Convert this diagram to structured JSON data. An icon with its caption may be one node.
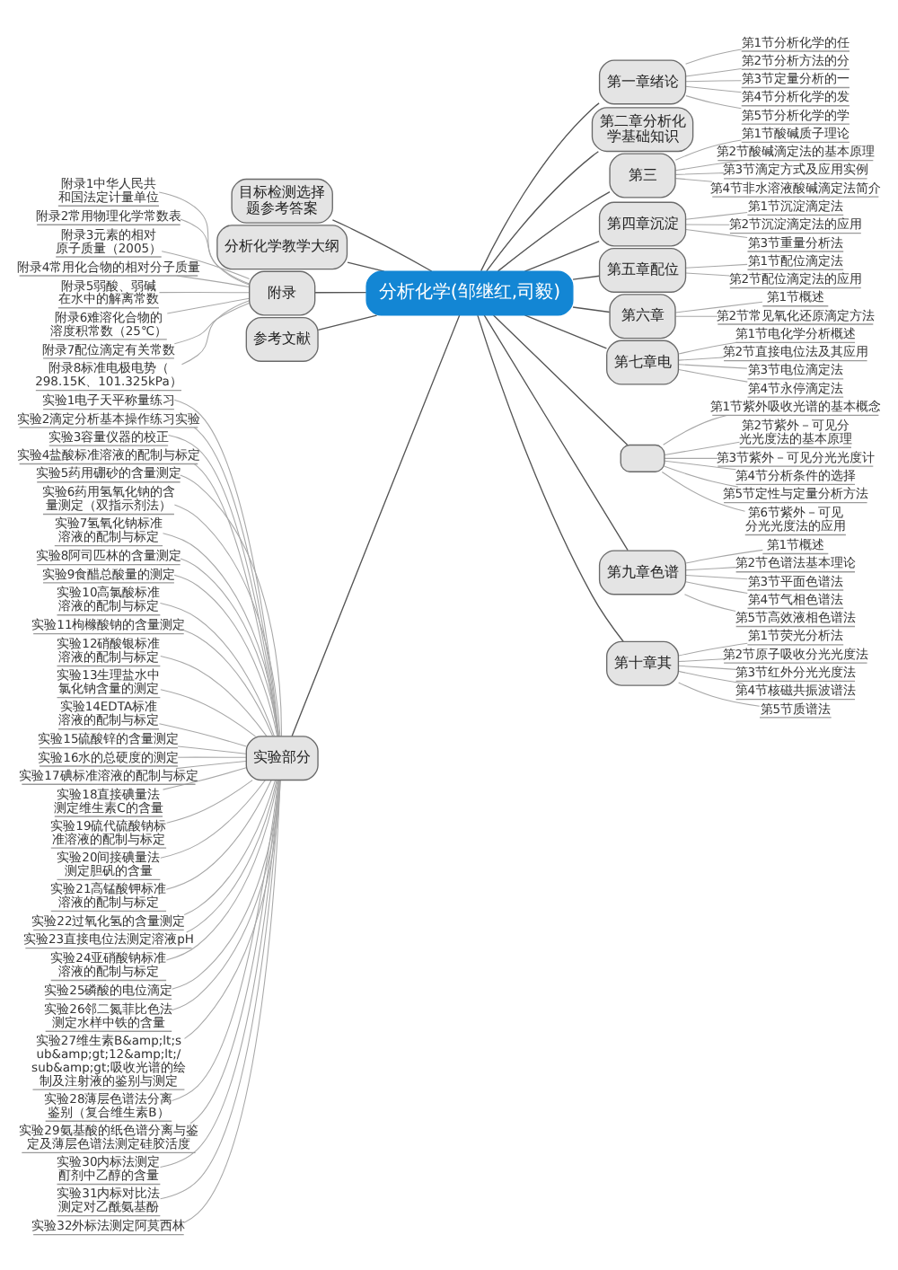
{
  "diagram": {
    "nodes": [
      {
        "text": [
          "分析化学(邹继红,司毅)"
        ]
      },
      {
        "text": [
          "第一章绪论"
        ]
      },
      {
        "text": [
          "第1节分析化学的任"
        ]
      },
      {
        "text": [
          "第2节分析方法的分"
        ]
      },
      {
        "text": [
          "第3节定量分析的一"
        ]
      },
      {
        "text": [
          "第4节分析化学的发"
        ]
      },
      {
        "text": [
          "第5节分析化学的学"
        ]
      },
      {
        "text": [
          "第二章分析化学基础知识"
        ]
      },
      {
        "text": [
          "第三"
        ]
      },
      {
        "text": [
          "第1节酸碱质子理论"
        ]
      },
      {
        "text": [
          "第2节酸碱滴定法的基本原理"
        ]
      },
      {
        "text": [
          "第3节滴定方式及应用实例"
        ]
      },
      {
        "text": [
          "第4节非水溶液酸碱滴定法简介"
        ]
      },
      {
        "text": [
          "第四章沉淀"
        ]
      },
      {
        "text": [
          "第1节沉淀滴定法"
        ]
      },
      {
        "text": [
          "第2节沉淀滴定法的应用"
        ]
      },
      {
        "text": [
          "第3节重量分析法"
        ]
      },
      {
        "text": [
          "第五章配位"
        ]
      },
      {
        "text": [
          "第1节配位滴定法"
        ]
      },
      {
        "text": [
          "第2节配位滴定法的应用"
        ]
      },
      {
        "text": [
          "第六章"
        ]
      },
      {
        "text": [
          "第1节概述"
        ]
      },
      {
        "text": [
          "第2节常见氧化还原滴定方法"
        ]
      },
      {
        "text": [
          "第七章电"
        ]
      },
      {
        "text": [
          "第1节电化学分析概述"
        ]
      },
      {
        "text": [
          "第2节直接电位法及其应用"
        ]
      },
      {
        "text": [
          "第3节电位滴定法"
        ]
      },
      {
        "text": [
          "第4节永停滴定法"
        ]
      },
      {
        "text": [],
        "shape": "box"
      },
      {
        "text": [
          "第1节紫外吸收光谱的基本概念"
        ]
      },
      {
        "text": [
          "第2节紫外－可见分光光度法的基本原理"
        ]
      },
      {
        "text": [
          "第3节紫外－可见分光光度计"
        ]
      },
      {
        "text": [
          "第4节分析条件的选择"
        ]
      },
      {
        "text": [
          "第5节定性与定量分析方法"
        ]
      },
      {
        "text": [
          "第6节紫外－可见分光光度法的应用"
        ]
      },
      {
        "text": [
          "第九章色谱"
        ]
      },
      {
        "text": [
          "第1节概述"
        ]
      },
      {
        "text": [
          "第2节色谱法基本理论"
        ]
      },
      {
        "text": [
          "第3节平面色谱法"
        ]
      },
      {
        "text": [
          "第4节气相色谱法"
        ]
      },
      {
        "text": [
          "第5节高效液相色谱法"
        ]
      },
      {
        "text": [
          "第十章其"
        ]
      },
      {
        "text": [
          "第1节荧光分析法"
        ]
      },
      {
        "text": [
          "第2节原子吸收分光光度法"
        ]
      },
      {
        "text": [
          "第3节红外分光光度法"
        ]
      },
      {
        "text": [
          "第4节核磁共振波谱法"
        ]
      },
      {
        "text": [
          "第5节质谱法"
        ]
      },
      {
        "text": [
          "目标检测选择题参考答案"
        ]
      },
      {
        "text": [
          "分析化学教学大纲"
        ]
      },
      {
        "text": [
          "附录"
        ]
      },
      {
        "text": [
          "附录1中华人民共和国法定计量单位"
        ]
      },
      {
        "text": [
          "附录2常用物理化学常数表"
        ]
      },
      {
        "text": [
          "附录3元素的相对原子质量（2005）"
        ]
      },
      {
        "text": [
          "附录4常用化合物的相对分子质量"
        ]
      },
      {
        "text": [
          "附录5弱酸、弱碱在水中的解离常数"
        ]
      },
      {
        "text": [
          "附录6难溶化合物的溶度积常数（25℃）"
        ]
      },
      {
        "text": [
          "附录7配位滴定有关常数"
        ]
      },
      {
        "text": [
          "附录8标准电极电势（298.15K、101.325kPa）"
        ]
      },
      {
        "text": [
          "参考文献"
        ]
      },
      {
        "text": [
          "实验部分"
        ]
      },
      {
        "text": [
          "实验1电子天平称量练习"
        ]
      },
      {
        "text": [
          "实验2滴定分析基本操作练习实验"
        ]
      },
      {
        "text": [
          "实验3容量仪器的校正"
        ]
      },
      {
        "text": [
          "实验4盐酸标准溶液的配制与标定"
        ]
      },
      {
        "text": [
          "实验5药用硼砂的含量测定"
        ]
      },
      {
        "text": [
          "实验6药用氢氧化钠的含量测定（双指示剂法）"
        ]
      },
      {
        "text": [
          "实验7氢氧化钠标准溶液的配制与标定"
        ]
      },
      {
        "text": [
          "实验8阿司匹林的含量测定"
        ]
      },
      {
        "text": [
          "实验9食醋总酸量的测定"
        ]
      },
      {
        "text": [
          "实验10高氯酸标准溶液的配制与标定"
        ]
      },
      {
        "text": [
          "实验11枸橼酸钠的含量测定"
        ]
      },
      {
        "text": [
          "实验12硝酸银标准溶液的配制与标定"
        ]
      },
      {
        "text": [
          "实验13生理盐水中氯化钠含量的测定"
        ]
      },
      {
        "text": [
          "实验14EDTA标准溶液的配制与标定"
        ]
      },
      {
        "text": [
          "实验15硫酸锌的含量测定"
        ]
      },
      {
        "text": [
          "实验16水的总硬度的测定"
        ]
      },
      {
        "text": [
          "实验17碘标准溶液的配制与标定"
        ]
      },
      {
        "text": [
          "实验18直接碘量法测定维生素C的含量"
        ]
      },
      {
        "text": [
          "实验19硫代硫酸钠标准溶液的配制与标定"
        ]
      },
      {
        "text": [
          "实验20间接碘量法测定胆矾的含量"
        ]
      },
      {
        "text": [
          "实验21高锰酸钾标准溶液的配制与标定"
        ]
      },
      {
        "text": [
          "实验22过氧化氢的含量测定"
        ]
      },
      {
        "text": [
          "实验23直接电位法测定溶液pH"
        ]
      },
      {
        "text": [
          "实验24亚硝酸钠标准溶液的配制与标定"
        ]
      },
      {
        "text": [
          "实验25磷酸的电位滴定"
        ]
      },
      {
        "text": [
          "实验26邻二氮菲比色法测定水样中铁的含量"
        ]
      },
      {
        "text": [
          "实验27维生素B&amp;lt;sub&amp;gt;12&amp;lt;/sub&amp;gt;吸收光谱的绘制及注射液的鉴别与测定"
        ]
      },
      {
        "text": [
          "实验28薄层色谱法分离鉴别（复合维生素B）"
        ]
      },
      {
        "text": [
          "实验29氨基酸的纸色谱分离与鉴定及薄层色谱法测定硅胶活度"
        ]
      },
      {
        "text": [
          "实验30内标法测定酊剂中乙醇的含量"
        ]
      },
      {
        "text": [
          "实验31内标对比法测定对乙酰氨基酚"
        ]
      },
      {
        "text": [
          "实验32外标法测定阿莫西林"
        ]
      }
    ],
    "edges": [
      {
        "from": 0,
        "to": 1,
        "arrow": "none",
        "color": "#555555"
      },
      {
        "from": 1,
        "to": 2,
        "arrow": "none"
      },
      {
        "from": 1,
        "to": 3,
        "arrow": "none"
      },
      {
        "from": 1,
        "to": 4,
        "arrow": "none"
      },
      {
        "from": 1,
        "to": 5,
        "arrow": "none"
      },
      {
        "from": 1,
        "to": 6,
        "arrow": "none"
      },
      {
        "from": 0,
        "to": 7,
        "arrow": "none",
        "color": "#555555"
      },
      {
        "from": 0,
        "to": 8,
        "arrow": "none",
        "color": "#555555"
      },
      {
        "from": 8,
        "to": 9,
        "arrow": "none"
      },
      {
        "from": 8,
        "to": 10,
        "arrow": "none"
      },
      {
        "from": 8,
        "to": 11,
        "arrow": "none"
      },
      {
        "from": 8,
        "to": 12,
        "arrow": "none"
      },
      {
        "from": 0,
        "to": 13,
        "arrow": "none",
        "color": "#555555"
      },
      {
        "from": 13,
        "to": 14,
        "arrow": "none"
      },
      {
        "from": 13,
        "to": 15,
        "arrow": "none"
      },
      {
        "from": 13,
        "to": 16,
        "arrow": "none"
      },
      {
        "from": 0,
        "to": 17,
        "arrow": "none",
        "color": "#555555"
      },
      {
        "from": 17,
        "to": 18,
        "arrow": "none"
      },
      {
        "from": 17,
        "to": 19,
        "arrow": "none"
      },
      {
        "from": 0,
        "to": 20,
        "arrow": "none",
        "color": "#555555"
      },
      {
        "from": 20,
        "to": 21,
        "arrow": "none"
      },
      {
        "from": 20,
        "to": 22,
        "arrow": "none"
      },
      {
        "from": 0,
        "to": 23,
        "arrow": "none",
        "color": "#555555"
      },
      {
        "from": 23,
        "to": 24,
        "arrow": "none"
      },
      {
        "from": 23,
        "to": 25,
        "arrow": "none"
      },
      {
        "from": 23,
        "to": 26,
        "arrow": "none"
      },
      {
        "from": 23,
        "to": 27,
        "arrow": "none"
      },
      {
        "from": 0,
        "to": 28,
        "arrow": "none",
        "color": "#555555"
      },
      {
        "from": 28,
        "to": 29,
        "arrow": "none"
      },
      {
        "from": 28,
        "to": 30,
        "arrow": "none"
      },
      {
        "from": 28,
        "to": 31,
        "arrow": "none"
      },
      {
        "from": 28,
        "to": 32,
        "arrow": "none"
      },
      {
        "from": 28,
        "to": 33,
        "arrow": "none"
      },
      {
        "from": 28,
        "to": 34,
        "arrow": "none"
      },
      {
        "from": 0,
        "to": 35,
        "arrow": "none",
        "color": "#555555"
      },
      {
        "from": 35,
        "to": 36,
        "arrow": "none"
      },
      {
        "from": 35,
        "to": 37,
        "arrow": "none"
      },
      {
        "from": 35,
        "to": 38,
        "arrow": "none"
      },
      {
        "from": 35,
        "to": 39,
        "arrow": "none"
      },
      {
        "from": 35,
        "to": 40,
        "arrow": "none"
      },
      {
        "from": 0,
        "to": 41,
        "arrow": "none",
        "color": "#555555"
      },
      {
        "from": 41,
        "to": 42,
        "arrow": "none"
      },
      {
        "from": 41,
        "to": 43,
        "arrow": "none"
      },
      {
        "from": 41,
        "to": 44,
        "arrow": "none"
      },
      {
        "from": 41,
        "to": 45,
        "arrow": "none"
      },
      {
        "from": 41,
        "to": 46,
        "arrow": "none"
      },
      {
        "from": 0,
        "to": 47,
        "arrow": "none",
        "color": "#555555"
      },
      {
        "from": 0,
        "to": 48,
        "arrow": "none",
        "color": "#555555"
      },
      {
        "from": 0,
        "to": 49,
        "arrow": "none",
        "color": "#555555"
      },
      {
        "from": 49,
        "to": 50,
        "arrow": "none"
      },
      {
        "from": 49,
        "to": 51,
        "arrow": "none"
      },
      {
        "from": 49,
        "to": 52,
        "arrow": "none"
      },
      {
        "from": 49,
        "to": 53,
        "arrow": "none"
      },
      {
        "from": 49,
        "to": 54,
        "arrow": "none"
      },
      {
        "from": 49,
        "to": 55,
        "arrow": "none"
      },
      {
        "from": 49,
        "to": 56,
        "arrow": "none"
      },
      {
        "from": 49,
        "to": 57,
        "arrow": "none"
      },
      {
        "from": 0,
        "to": 58,
        "arrow": "none",
        "color": "#555555"
      },
      {
        "from": 0,
        "to": 59,
        "arrow": "none",
        "color": "#555555"
      },
      {
        "from": 59,
        "to": 60,
        "arrow": "none"
      },
      {
        "from": 59,
        "to": 61,
        "arrow": "none"
      },
      {
        "from": 59,
        "to": 62,
        "arrow": "none"
      },
      {
        "from": 59,
        "to": 63,
        "arrow": "none"
      },
      {
        "from": 59,
        "to": 64,
        "arrow": "none"
      },
      {
        "from": 59,
        "to": 65,
        "arrow": "none"
      },
      {
        "from": 59,
        "to": 66,
        "arrow": "none"
      },
      {
        "from": 59,
        "to": 67,
        "arrow": "none"
      },
      {
        "from": 59,
        "to": 68,
        "arrow": "none"
      },
      {
        "from": 59,
        "to": 69,
        "arrow": "none"
      },
      {
        "from": 59,
        "to": 70,
        "arrow": "none"
      },
      {
        "from": 59,
        "to": 71,
        "arrow": "none"
      },
      {
        "from": 59,
        "to": 72,
        "arrow": "none"
      },
      {
        "from": 59,
        "to": 73,
        "arrow": "none"
      },
      {
        "from": 59,
        "to": 74,
        "arrow": "none"
      },
      {
        "from": 59,
        "to": 75,
        "arrow": "none"
      },
      {
        "from": 59,
        "to": 76,
        "arrow": "none"
      },
      {
        "from": 59,
        "to": 77,
        "arrow": "none"
      },
      {
        "from": 59,
        "to": 78,
        "arrow": "none"
      },
      {
        "from": 59,
        "to": 79,
        "arrow": "none"
      },
      {
        "from": 59,
        "to": 80,
        "arrow": "none"
      },
      {
        "from": 59,
        "to": 81,
        "arrow": "none"
      },
      {
        "from": 59,
        "to": 82,
        "arrow": "none"
      },
      {
        "from": 59,
        "to": 83,
        "arrow": "none"
      },
      {
        "from": 59,
        "to": 84,
        "arrow": "none"
      },
      {
        "from": 59,
        "to": 85,
        "arrow": "none"
      },
      {
        "from": 59,
        "to": 86,
        "arrow": "none"
      },
      {
        "from": 59,
        "to": 87,
        "arrow": "none"
      },
      {
        "from": 59,
        "to": 88,
        "arrow": "none"
      },
      {
        "from": 59,
        "to": 89,
        "arrow": "none"
      },
      {
        "from": 59,
        "to": 90,
        "arrow": "none"
      },
      {
        "from": 59,
        "to": 91,
        "arrow": "none"
      }
    ]
  }
}
